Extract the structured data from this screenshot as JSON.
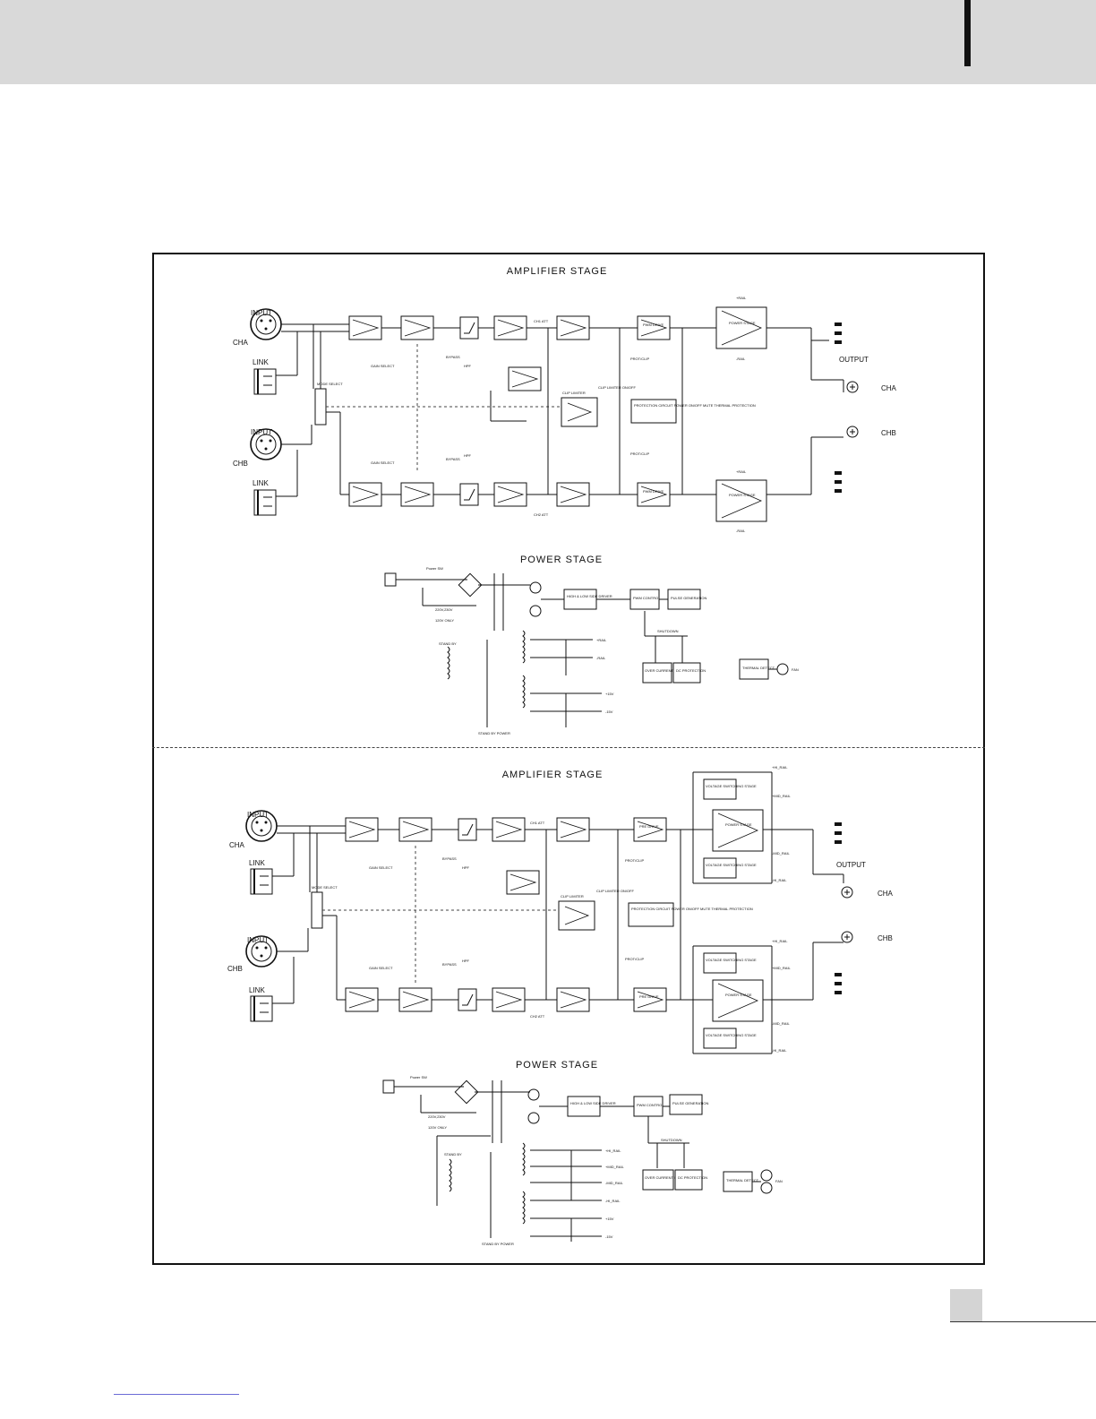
{
  "diagram_a": {
    "amp_title": "AMPLIFIER STAGE",
    "power_title": "POWER STAGE",
    "input_label": "INPUT",
    "link_label": "LINK",
    "cha_label": "CHA",
    "chb_label": "CHB",
    "output_label": "OUTPUT",
    "mode_select": "MODE SELECT",
    "gain_select": "GAIN SELECT",
    "bypass": "BYPASS",
    "hpf": "HPF",
    "clip_limiter": "CLIP LIMITER",
    "clip_limiter_onoff": "CLIP LIMITER ON/OFF",
    "protection": "PROTECTION CIRCUIT POWER ON/OFF MUTE THERMAL PROTECTION",
    "power_stage_box": "POWER STAGE",
    "pwm_drive": "PWM DRIVE",
    "prot_clip": "PROT/CLIP",
    "ch1_att": "CH1 ATT",
    "ch2_att": "CH2 ATT",
    "power_sw": "Power SW",
    "v220": "220V,230V",
    "v120": "120V ONLY",
    "high_low": "HIGH & LOW SIDE DRIVER",
    "pwm_control": "PWM CONTROL",
    "pulse_gen": "PULSE GENERATION",
    "shutdown": "SHUTDOWN",
    "over_current": "OVER CURRENT PROTECTION",
    "dc_protection": "DC PROTECTION",
    "thermal_detect": "THERMAL DETECT",
    "fan": "FAN",
    "stand_by": "STAND BY",
    "stand_by_power": "STAND BY POWER",
    "plus_rail": "+RAIL",
    "minus_rail": "-RAIL",
    "plus15": "+15V",
    "minus15": "-15V"
  },
  "diagram_b": {
    "amp_title": "AMPLIFIER STAGE",
    "power_title": "POWER STAGE",
    "input_label": "INPUT",
    "link_label": "LINK",
    "cha_label": "CHA",
    "chb_label": "CHB",
    "output_label": "OUTPUT",
    "mode_select": "MODE SELECT",
    "gain_select": "GAIN SELECT",
    "bypass": "BYPASS",
    "hpf": "HPF",
    "clip_limiter": "CLIP LIMITER",
    "clip_limiter_onoff": "CLIP LIMITER ON/OFF",
    "protection": "PROTECTION CIRCUIT POWER ON/OFF MUTE THERMAL PROTECTION",
    "power_stage_box": "POWER STAGE",
    "voltage_switching": "VOLTAGE SWITCHING STAGE",
    "pre_drive": "PRE DRIVE",
    "prot_clip": "PROT/CLIP",
    "ch1_att": "CH1 ATT",
    "ch2_att": "CH2 ATT",
    "power_sw": "Power SW",
    "v220": "220V,230V",
    "v120": "120V ONLY",
    "high_low": "HIGH & LOW SIDE DRIVER",
    "pwm_control": "PWM CONTROL",
    "pulse_gen": "PULSE GENERATION",
    "shutdown": "SHUTDOWN",
    "over_current": "OVER CURRENT PROTECTION",
    "dc_protection": "DC PROTECTION",
    "thermal_detect": "THERMAL DETECT",
    "fan": "FAN",
    "stand_by": "STAND BY",
    "stand_by_power": "STAND BY POWER",
    "hi_rail_p": "+HI_RAIL",
    "mid_rail_p": "+MID_RAIL",
    "mid_rail_n": "-MID_RAIL",
    "hi_rail_n": "-HI_RAIL",
    "plus15": "+15V",
    "minus15": "-15V"
  }
}
